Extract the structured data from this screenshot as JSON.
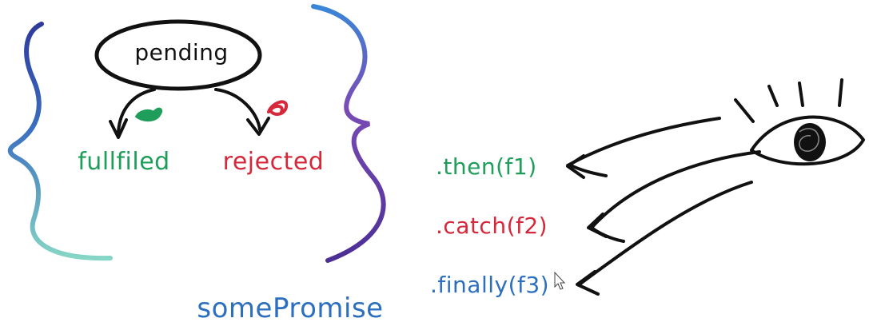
{
  "diagram": {
    "states": {
      "pending": "pending",
      "fulfilled": "fullfiled",
      "rejected": "rejected"
    },
    "object_label": "somePromise",
    "handlers": [
      {
        "label": ".then(f1)",
        "color": "#1e9e5a"
      },
      {
        "label": ".catch(f2)",
        "color": "#d6283b"
      },
      {
        "label": ".finally(f3)",
        "color": "#2d6fbf"
      }
    ],
    "colors": {
      "green": "#1e9e5a",
      "red": "#d6283b",
      "blue": "#2d6fbf",
      "ink": "#111111",
      "brace_left_top": "#3c3da0",
      "brace_left_bottom": "#7fd0c8",
      "brace_right_top": "#4a6fd6",
      "brace_right_bottom": "#5a2f9a"
    },
    "icons": {
      "eye": "eye-icon",
      "cursor": "mouse-cursor-icon",
      "fulfilled_mark": "green-blob-icon",
      "rejected_mark": "red-scribble-icon"
    }
  }
}
